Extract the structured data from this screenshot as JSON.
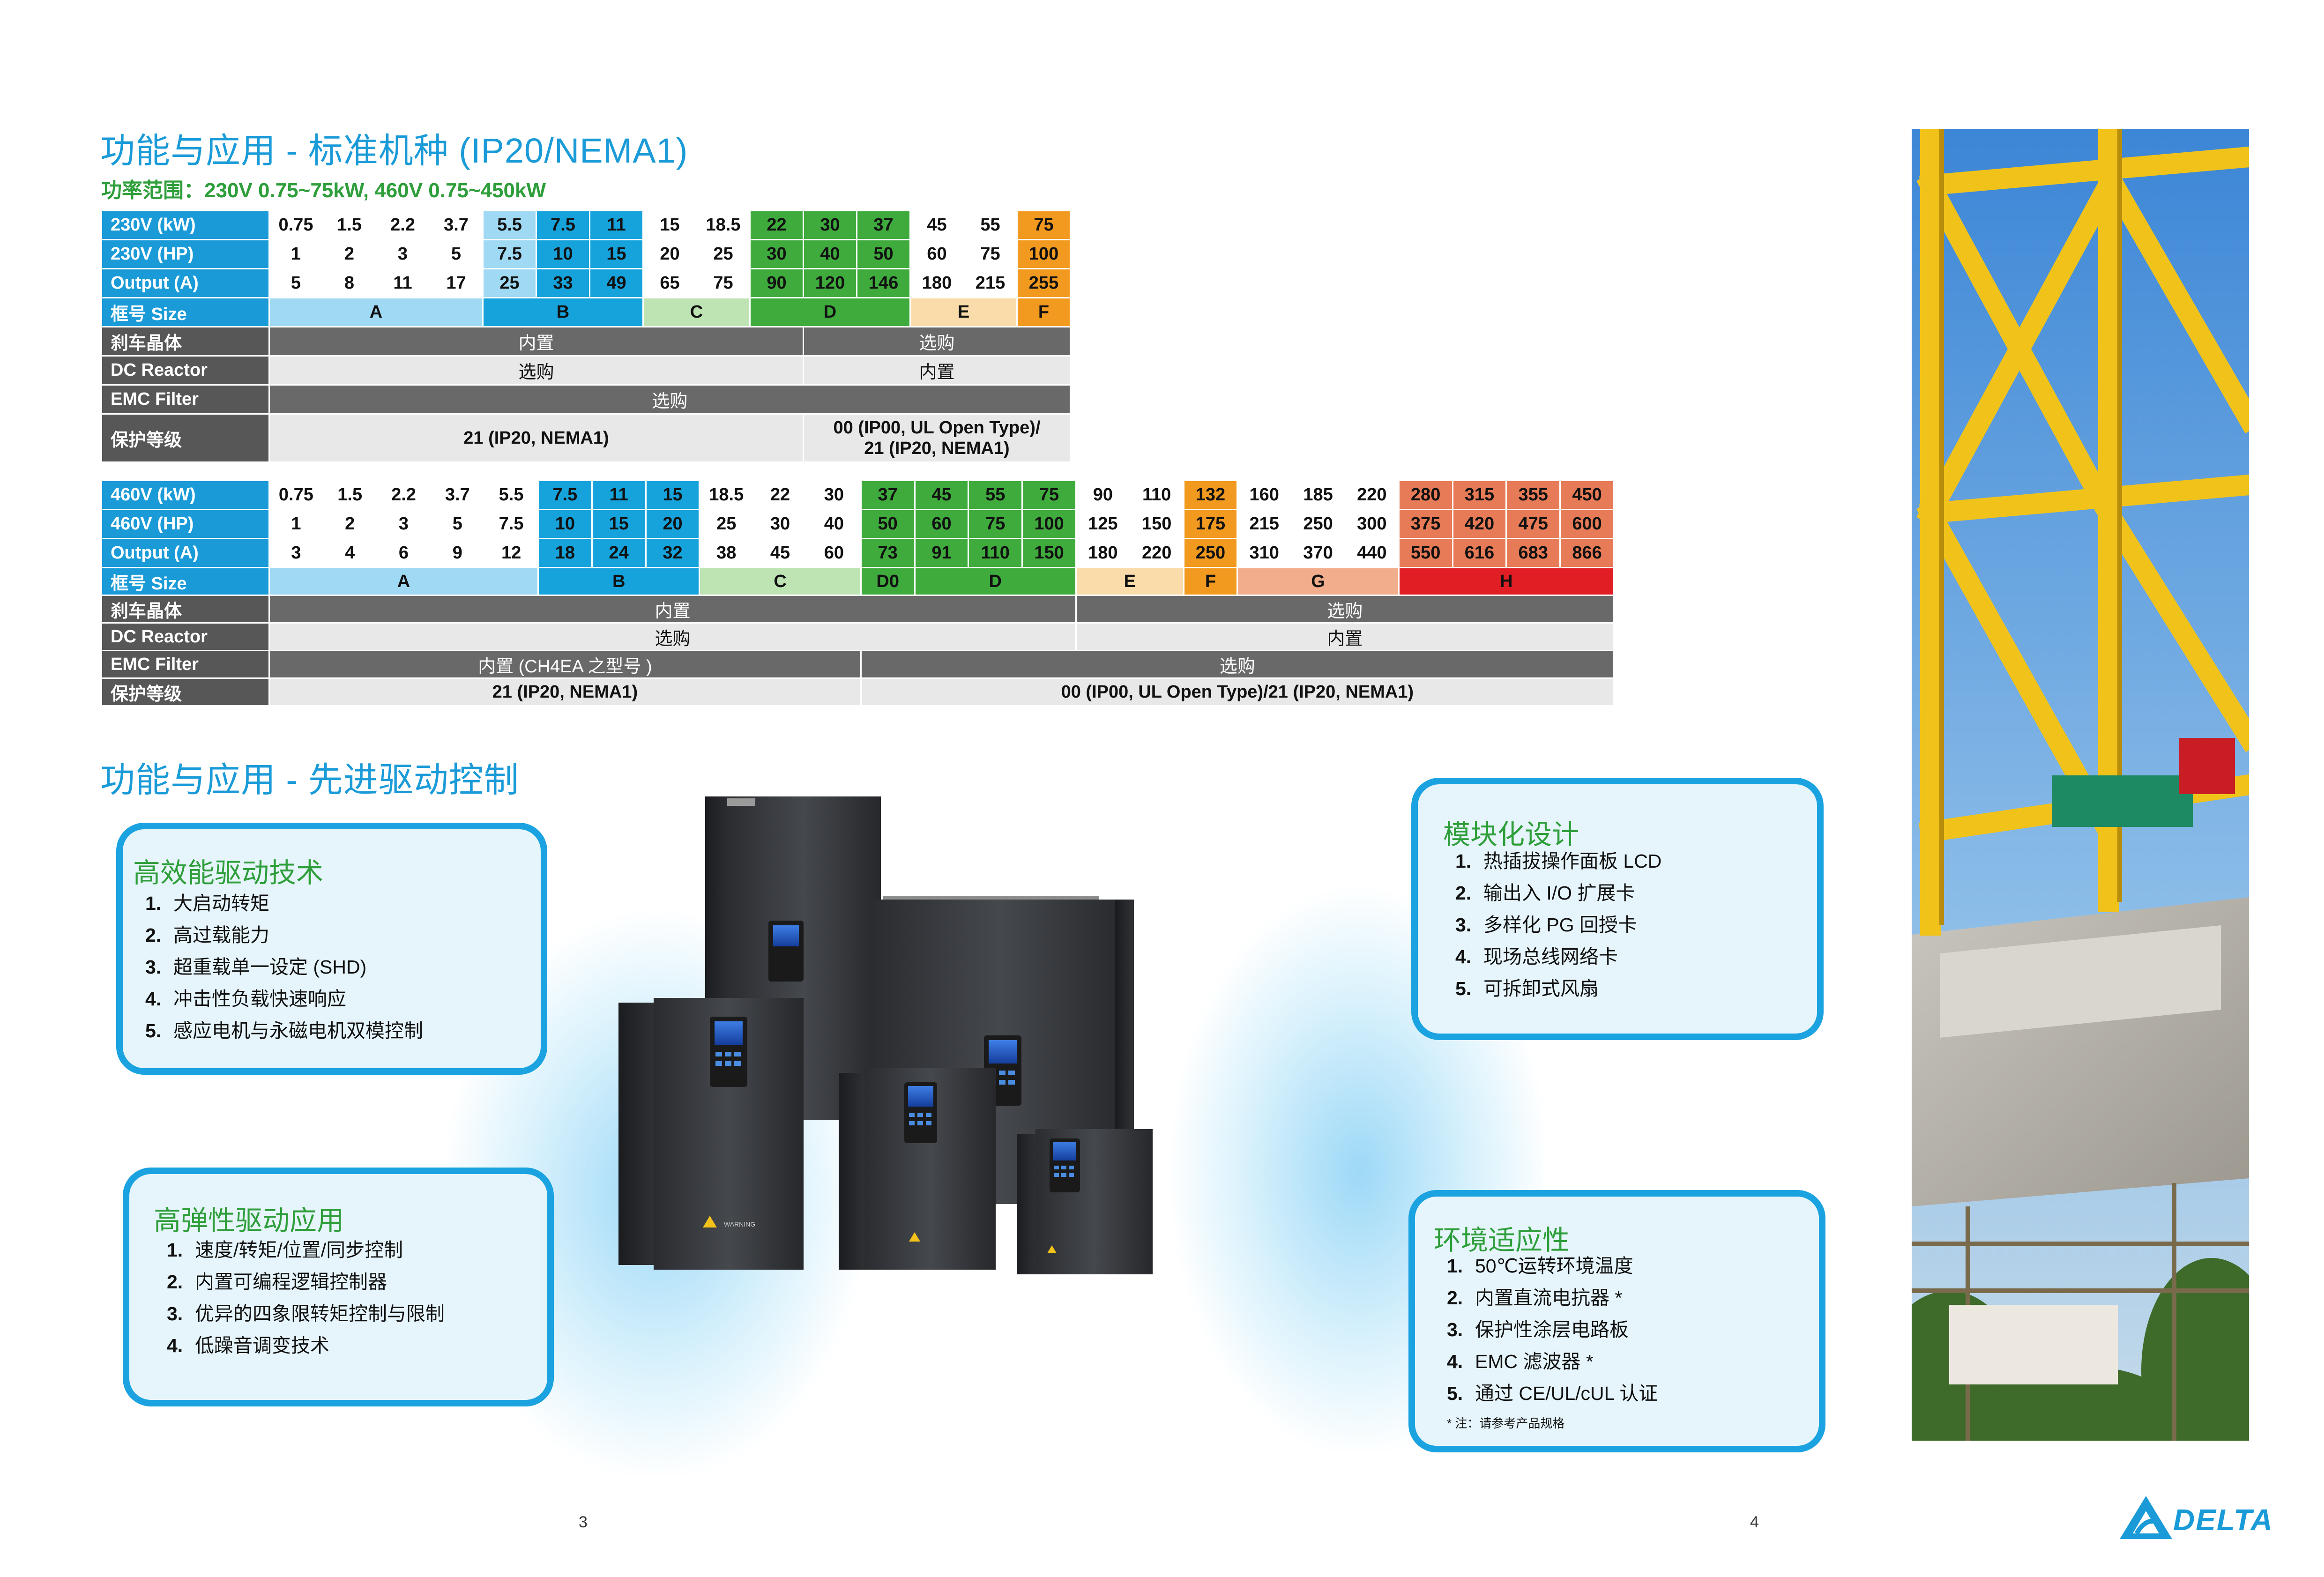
{
  "std_section": {
    "title": "功能与应用 - 标准机种 (IP20/NEMA1)",
    "power_range": "功率范围：230V 0.75~75kW, 460V 0.75~450kW"
  },
  "table_230v": {
    "kw_label": "230V (kW)",
    "kw": [
      "0.75",
      "1.5",
      "2.2",
      "3.7",
      "5.5",
      "7.5",
      "11",
      "15",
      "18.5",
      "22",
      "30",
      "37",
      "45",
      "55",
      "75"
    ],
    "hp_label": "230V (HP)",
    "hp": [
      "1",
      "2",
      "3",
      "5",
      "7.5",
      "10",
      "15",
      "20",
      "25",
      "30",
      "40",
      "50",
      "60",
      "75",
      "100"
    ],
    "output_label": "Output (A)",
    "output": [
      "5",
      "8",
      "11",
      "17",
      "25",
      "33",
      "49",
      "65",
      "75",
      "90",
      "120",
      "146",
      "180",
      "215",
      "255"
    ],
    "frame_label": "框号 Size",
    "frames": [
      "A",
      "B",
      "C",
      "D",
      "E",
      "F"
    ],
    "brake_label": "刹车晶体",
    "brake": [
      "内置",
      "选购"
    ],
    "dc_label": "DC Reactor",
    "dc": [
      "选购",
      "内置"
    ],
    "emc_label": "EMC Filter",
    "emc": [
      "选购"
    ],
    "protect_label": "保护等级",
    "protect": [
      "21 (IP20, NEMA1)",
      "00 (IP00, UL Open Type)/",
      "21 (IP20, NEMA1)"
    ]
  },
  "table_460v": {
    "kw_label": "460V (kW)",
    "kw": [
      "0.75",
      "1.5",
      "2.2",
      "3.7",
      "5.5",
      "7.5",
      "11",
      "15",
      "18.5",
      "22",
      "30",
      "37",
      "45",
      "55",
      "75",
      "90",
      "110",
      "132",
      "160",
      "185",
      "220",
      "280",
      "315",
      "355",
      "450"
    ],
    "hp_label": "460V (HP)",
    "hp": [
      "1",
      "2",
      "3",
      "5",
      "7.5",
      "10",
      "15",
      "20",
      "25",
      "30",
      "40",
      "50",
      "60",
      "75",
      "100",
      "125",
      "150",
      "175",
      "215",
      "250",
      "300",
      "375",
      "420",
      "475",
      "600"
    ],
    "output_label": "Output (A)",
    "output": [
      "3",
      "4",
      "6",
      "9",
      "12",
      "18",
      "24",
      "32",
      "38",
      "45",
      "60",
      "73",
      "91",
      "110",
      "150",
      "180",
      "220",
      "250",
      "310",
      "370",
      "440",
      "550",
      "616",
      "683",
      "866"
    ],
    "frame_label": "框号 Size",
    "frames": [
      "A",
      "B",
      "C",
      "D0",
      "D",
      "E",
      "F",
      "G",
      "H"
    ],
    "brake_label": "刹车晶体",
    "brake": [
      "内置",
      "选购"
    ],
    "dc_label": "DC Reactor",
    "dc": [
      "选购",
      "内置"
    ],
    "emc_label": "EMC Filter",
    "emc": [
      "内置 (CH4EA 之型号 )",
      "选购"
    ],
    "protect_label": "保护等级",
    "protect": [
      "21 (IP20, NEMA1)",
      "00 (IP00, UL Open Type)/21 (IP20, NEMA1)"
    ]
  },
  "adv_section": {
    "title": "功能与应用 - 先进驱动控制"
  },
  "bubbles": {
    "efficiency": {
      "title": "高效能驱动技术",
      "items": [
        "大启动转矩",
        "高过载能力",
        "超重载单一设定 (SHD)",
        "冲击性负载快速响应",
        "感应电机与永磁电机双模控制"
      ]
    },
    "elastic": {
      "title": "高弹性驱动应用",
      "items": [
        "速度/转矩/位置/同步控制",
        "内置可编程逻辑控制器",
        "优异的四象限转矩控制与限制",
        "低躁音调变技术"
      ]
    },
    "modular": {
      "title": "模块化设计",
      "items": [
        "热插拔操作面板 LCD",
        "输出入 I/O 扩展卡",
        "多样化 PG 回授卡",
        "现场总线网络卡",
        "可拆卸式风扇"
      ]
    },
    "environment": {
      "title": "环境适应性",
      "items": [
        "50℃运转环境温度",
        "内置直流电抗器 *",
        "保护性涂层电路板",
        "EMC 滤波器 *",
        "通过 CE/UL/cUL 认证"
      ],
      "note": "* 注：请参考产品规格"
    }
  },
  "item_numbers": [
    "1.",
    "2.",
    "3.",
    "4.",
    "5."
  ],
  "drive_panel_text": "WARNING",
  "brand": {
    "logo_text": "DELTA",
    "color": "#1a9bd8"
  },
  "pages": {
    "left": "3",
    "right": "4"
  },
  "colors": {
    "accent_blue": "#1a9bd8",
    "accent_green": "#2e9e3a",
    "label_gray": "#575757"
  }
}
